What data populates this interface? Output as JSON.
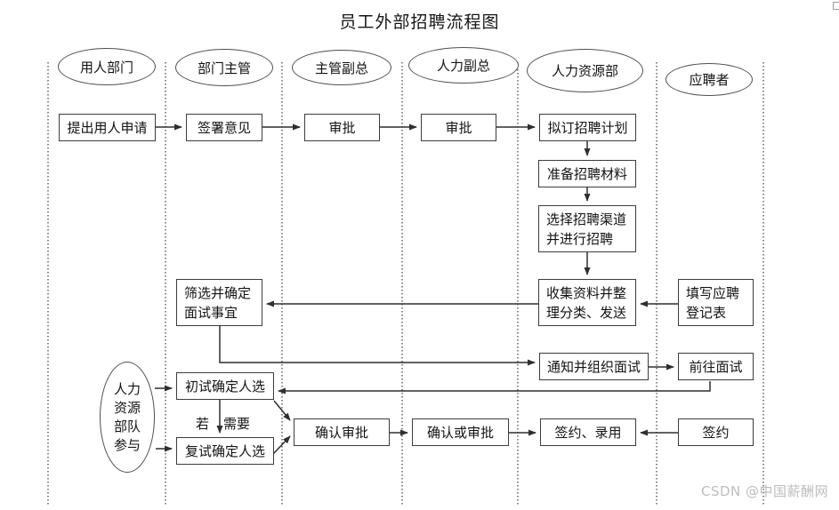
{
  "title": "员工外部招聘流程图",
  "watermark": "CSDN @中国薪酬网",
  "lanes": [
    {
      "label": "用人部门"
    },
    {
      "label": "部门主管"
    },
    {
      "label": "主管副总"
    },
    {
      "label": "人力副总"
    },
    {
      "label": "人力资源部"
    },
    {
      "label": "应聘者"
    }
  ],
  "actor": {
    "full": "人力资源部队参与",
    "lines": [
      "人力",
      "资源",
      "部队",
      "参与"
    ]
  },
  "nodes": {
    "request": {
      "label": "提出用人申请",
      "lane": "用人部门"
    },
    "sign_opinion": {
      "label": "签署意见",
      "lane": "部门主管"
    },
    "approve_vp": {
      "label": "审批",
      "lane": "主管副总"
    },
    "approve_hr_vp": {
      "label": "审批",
      "lane": "人力副总"
    },
    "plan": {
      "label": "拟订招聘计划",
      "lane": "人力资源部"
    },
    "materials": {
      "label": "准备招聘材料",
      "lane": "人力资源部"
    },
    "channel": {
      "label": "选择招聘渠道并进行招聘",
      "lane": "人力资源部"
    },
    "collect": {
      "label": "收集资料并整理分类、发送",
      "lane": "人力资源部"
    },
    "fill_form": {
      "label": "填写应聘登记表",
      "lane": "应聘者"
    },
    "screen": {
      "label": "筛选并确定面试事宜",
      "lane": "部门主管"
    },
    "notify": {
      "label": "通知并组织面试",
      "lane": "人力资源部"
    },
    "attend": {
      "label": "前往面试",
      "lane": "应聘者"
    },
    "first_interview": {
      "label": "初试确定人选",
      "lane": "部门主管"
    },
    "second_interview": {
      "label": "复试确定人选",
      "lane": "部门主管"
    },
    "confirm_approve": {
      "label": "确认审批",
      "lane": "主管副总"
    },
    "confirm_or_approve": {
      "label": "确认或审批",
      "lane": "人力副总"
    },
    "sign_hire": {
      "label": "签约、录用",
      "lane": "人力资源部"
    },
    "sign_contract": {
      "label": "签约",
      "lane": "应聘者"
    }
  },
  "edge_label": {
    "left": "若",
    "right": "需要"
  },
  "edges": [
    {
      "from": "request",
      "to": "sign_opinion"
    },
    {
      "from": "sign_opinion",
      "to": "approve_vp"
    },
    {
      "from": "approve_vp",
      "to": "approve_hr_vp"
    },
    {
      "from": "approve_hr_vp",
      "to": "plan"
    },
    {
      "from": "plan",
      "to": "materials"
    },
    {
      "from": "materials",
      "to": "channel"
    },
    {
      "from": "channel",
      "to": "collect"
    },
    {
      "from": "fill_form",
      "to": "collect"
    },
    {
      "from": "collect",
      "to": "screen"
    },
    {
      "from": "screen",
      "to": "notify"
    },
    {
      "from": "notify",
      "to": "attend"
    },
    {
      "from": "attend",
      "to": "first_interview"
    },
    {
      "from": "actor",
      "to": "first_interview"
    },
    {
      "from": "actor",
      "to": "second_interview"
    },
    {
      "from": "first_interview",
      "to": "second_interview",
      "label": "若需要"
    },
    {
      "from": "first_interview",
      "to": "confirm_approve"
    },
    {
      "from": "second_interview",
      "to": "confirm_approve"
    },
    {
      "from": "confirm_approve",
      "to": "confirm_or_approve"
    },
    {
      "from": "confirm_or_approve",
      "to": "sign_hire"
    },
    {
      "from": "sign_contract",
      "to": "sign_hire"
    }
  ],
  "colors": {
    "ink": "#2f2f2f",
    "box_border": "#3c3c3c",
    "watermark": "#bcbcbc"
  }
}
